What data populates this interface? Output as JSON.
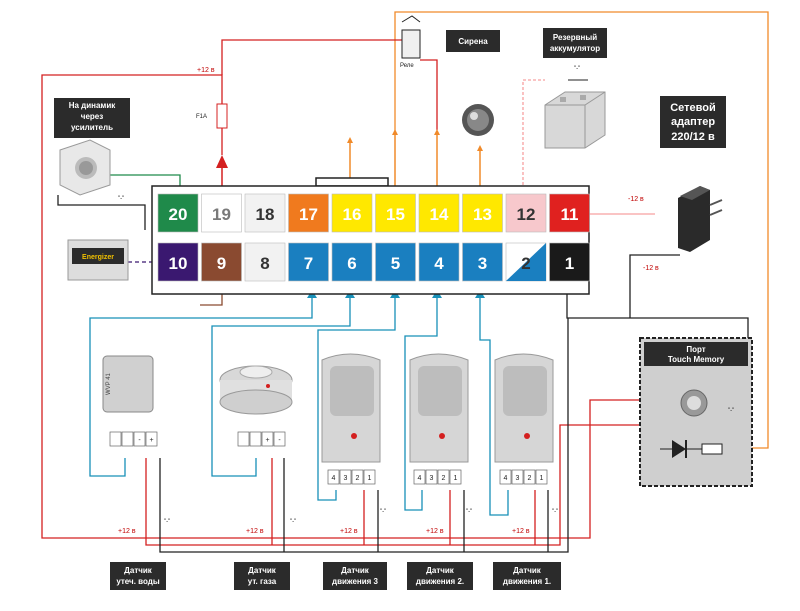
{
  "colors": {
    "red_wire": "#d42020",
    "cyan_wire": "#1890b8",
    "orange_wire": "#f08a2a",
    "green_wire": "#1f8a4a",
    "black_wire": "#222222",
    "dark_box": "#2b2b2b"
  },
  "terminals": {
    "top": [
      {
        "num": "20",
        "bg": "#1f8a4a",
        "fg": "#ffffff"
      },
      {
        "num": "19",
        "bg": "#ffffff",
        "fg": "#7a7a7a"
      },
      {
        "num": "18",
        "bg": "#f2f2f2",
        "fg": "#333333"
      },
      {
        "num": "17",
        "bg": "#f07a1e",
        "fg": "#ffffff"
      },
      {
        "num": "16",
        "bg": "#ffe800",
        "fg": "#ffffff"
      },
      {
        "num": "15",
        "bg": "#ffe800",
        "fg": "#ffffff"
      },
      {
        "num": "14",
        "bg": "#ffe800",
        "fg": "#ffffff"
      },
      {
        "num": "13",
        "bg": "#ffe800",
        "fg": "#ffffff"
      },
      {
        "num": "12",
        "bg": "#f7c8cc",
        "fg": "#333333"
      },
      {
        "num": "11",
        "bg": "#e0211f",
        "fg": "#ffffff"
      }
    ],
    "bottom": [
      {
        "num": "10",
        "bg": "#3a1870",
        "fg": "#ffffff"
      },
      {
        "num": "9",
        "bg": "#8a4a30",
        "fg": "#ffffff"
      },
      {
        "num": "8",
        "bg": "#f2f2f2",
        "fg": "#333333"
      },
      {
        "num": "7",
        "bg": "#1a7fc0",
        "fg": "#ffffff"
      },
      {
        "num": "6",
        "bg": "#1a7fc0",
        "fg": "#ffffff"
      },
      {
        "num": "5",
        "bg": "#1a7fc0",
        "fg": "#ffffff"
      },
      {
        "num": "4",
        "bg": "#1a7fc0",
        "fg": "#ffffff"
      },
      {
        "num": "3",
        "bg": "#1a7fc0",
        "fg": "#ffffff"
      },
      {
        "num": "2",
        "bg": "#1a7fc0",
        "fg": "#333333"
      },
      {
        "num": "1",
        "bg": "#1a1a1a",
        "fg": "#ffffff"
      }
    ]
  },
  "labels": {
    "siren": "Сирена",
    "battery": [
      "Резервный",
      "аккумулятор"
    ],
    "network_adapter": [
      "Сетевой",
      "адаптер",
      "220/12 в"
    ],
    "speaker": [
      "На динамик",
      "через",
      "усилитель"
    ],
    "port": [
      "Порт",
      "Touch Memory"
    ],
    "relay": "Реле",
    "fuse": "F1A",
    "plus12_top": "+12 в",
    "minus12_adapter_top": "-12 в",
    "minus12_adapter_bottom": "-12 в",
    "water_panel": "WVP 41",
    "battery_brand": "Energizer",
    "sensor_water": [
      "Датчик",
      "утеч. воды"
    ],
    "sensor_gas": [
      "Датчик",
      "ут. газа"
    ],
    "sensor_motion3": [
      "Датчик",
      "движения 3"
    ],
    "sensor_motion2": [
      "Датчик",
      "движения 2."
    ],
    "sensor_motion1": [
      "Датчик",
      "движения 1."
    ],
    "plus12_water": "+12 в",
    "plus12_gas": "+12 в",
    "plus12_m3": "+12 в",
    "plus12_m2": "+12 в",
    "plus12_m1": "+12 в",
    "minus_sym": "\"-\"",
    "minus_sym_small": "\"-\"",
    "plus_battery_minus": "\"-\"",
    "water_terminals": [
      "",
      "",
      "-",
      "+"
    ],
    "gas_terminals": [
      "",
      "",
      "+",
      "-"
    ],
    "motion3_terminals": [
      "4",
      "3",
      "2",
      "1"
    ],
    "motion2_terminals": [
      "4",
      "3",
      "2",
      "1"
    ],
    "motion1_terminals": [
      "4",
      "3",
      "2",
      "1"
    ],
    "port_minus": "\"-\""
  }
}
